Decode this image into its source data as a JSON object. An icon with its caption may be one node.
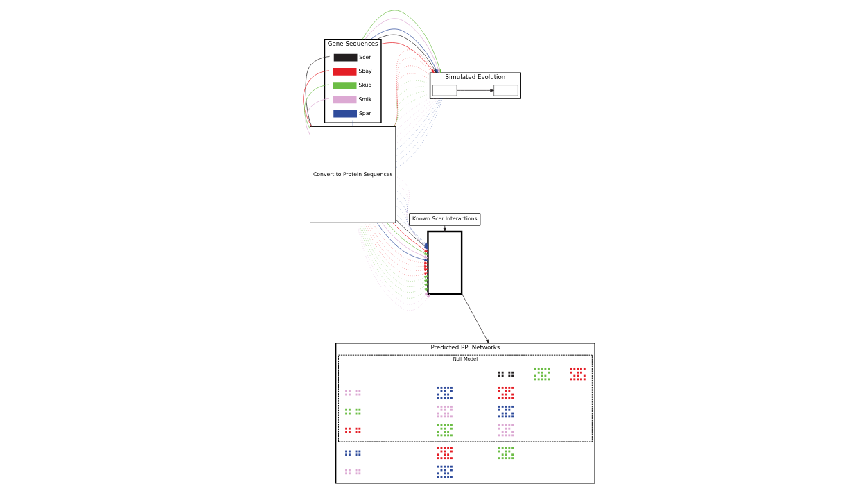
{
  "diagram": {
    "nodes": [
      {
        "text": [
          "Gene Sequences"
        ]
      },
      {
        "text": [
          "Scer"
        ],
        "in": 0
      },
      {
        "text": [
          "Sbay"
        ],
        "in": 0
      },
      {
        "text": [
          "Skud"
        ],
        "in": 0
      },
      {
        "text": [
          "Smik"
        ],
        "in": 0
      },
      {
        "text": [
          "Spar"
        ],
        "in": 0
      },
      {
        "text": [
          "Simulated Evolution"
        ]
      },
      {
        "text": [],
        "shape": "box",
        "in": 6
      },
      {
        "text": [],
        "shape": "box",
        "in": 6
      },
      {
        "text": [
          "Convert to Protein Sequences"
        ]
      },
      {
        "text": [
          "Known Scer Interactions"
        ]
      },
      {
        "text": [],
        "shape": "box"
      },
      {
        "text": [
          "Predicted PPI Networks"
        ]
      },
      {
        "text": [
          "Null Model"
        ],
        "in": 12
      },
      {
        "text": [],
        "shape": "picture",
        "in": 12
      },
      {
        "text": [],
        "shape": "picture",
        "in": 12
      },
      {
        "text": [],
        "shape": "picture",
        "in": 12
      },
      {
        "text": [],
        "shape": "picture",
        "in": 12
      },
      {
        "text": [],
        "shape": "picture",
        "in": 12
      },
      {
        "text": [],
        "shape": "picture",
        "in": 13
      },
      {
        "text": [],
        "shape": "picture",
        "in": 13
      },
      {
        "text": [],
        "shape": "picture",
        "in": 13
      },
      {
        "text": [],
        "shape": "picture",
        "in": 13
      },
      {
        "text": [],
        "shape": "picture",
        "in": 13
      },
      {
        "text": [],
        "shape": "picture",
        "in": 13
      },
      {
        "text": [],
        "shape": "picture",
        "in": 13
      },
      {
        "text": [],
        "shape": "picture",
        "in": 13
      },
      {
        "text": [],
        "shape": "picture",
        "in": 13
      },
      {
        "text": [],
        "shape": "picture",
        "in": 13
      },
      {
        "text": [],
        "shape": "picture",
        "in": 13
      },
      {
        "text": [],
        "shape": "picture",
        "in": 13
      }
    ],
    "edges": [
      {
        "from": 1,
        "to": 9,
        "arrow": "none",
        "color": "#231f20"
      },
      {
        "from": 2,
        "to": 9,
        "arrow": "none",
        "color": "#e41e26"
      },
      {
        "from": 3,
        "to": 9,
        "arrow": "none",
        "color": "#6cbd45"
      },
      {
        "from": 4,
        "to": 9,
        "arrow": "none",
        "color": "#dca9d3"
      },
      {
        "from": 5,
        "to": 9,
        "arrow": "none",
        "color": "#2e4b9b"
      },
      {
        "from": 0,
        "to": 6,
        "arrow": "to",
        "color": "#231f20"
      },
      {
        "from": 0,
        "to": 6,
        "arrow": "to",
        "color": "#e41e26"
      },
      {
        "from": 0,
        "to": 6,
        "arrow": "to",
        "color": "#6cbd45"
      },
      {
        "from": 0,
        "to": 6,
        "arrow": "to",
        "color": "#dca9d3"
      },
      {
        "from": 0,
        "to": 6,
        "arrow": "to",
        "color": "#2e4b9b"
      },
      {
        "from": 7,
        "to": 8,
        "arrow": "to",
        "color": "#231f20"
      },
      {
        "from": 6,
        "to": 9,
        "arrow": "none",
        "style": "dashed",
        "color": "#e41e26"
      },
      {
        "from": 6,
        "to": 9,
        "arrow": "none",
        "style": "dashed",
        "color": "#e41e26"
      },
      {
        "from": 6,
        "to": 9,
        "arrow": "none",
        "style": "dashed",
        "color": "#e41e26"
      },
      {
        "from": 6,
        "to": 9,
        "arrow": "none",
        "style": "dashed",
        "color": "#e41e26"
      },
      {
        "from": 6,
        "to": 9,
        "arrow": "none",
        "style": "dashed",
        "color": "#6cbd45"
      },
      {
        "from": 6,
        "to": 9,
        "arrow": "none",
        "style": "dashed",
        "color": "#6cbd45"
      },
      {
        "from": 6,
        "to": 9,
        "arrow": "none",
        "style": "dashed",
        "color": "#6cbd45"
      },
      {
        "from": 6,
        "to": 9,
        "arrow": "none",
        "style": "dashed",
        "color": "#6cbd45"
      },
      {
        "from": 6,
        "to": 9,
        "arrow": "none",
        "style": "dashed",
        "color": "#dca9d3"
      },
      {
        "from": 6,
        "to": 9,
        "arrow": "none",
        "style": "dashed",
        "color": "#dca9d3"
      },
      {
        "from": 6,
        "to": 9,
        "arrow": "none",
        "style": "dashed",
        "color": "#dca9d3"
      },
      {
        "from": 6,
        "to": 9,
        "arrow": "none",
        "style": "dashed",
        "color": "#dca9d3"
      },
      {
        "from": 6,
        "to": 9,
        "arrow": "none",
        "style": "dashed",
        "color": "#2e4b9b"
      },
      {
        "from": 6,
        "to": 9,
        "arrow": "none",
        "style": "dashed",
        "color": "#2e4b9b"
      },
      {
        "from": 6,
        "to": 9,
        "arrow": "none",
        "style": "dashed",
        "color": "#2e4b9b"
      },
      {
        "from": 6,
        "to": 9,
        "arrow": "none",
        "style": "dashed",
        "color": "#2e4b9b"
      },
      {
        "from": 9,
        "to": 11,
        "arrow": "to",
        "color": "#231f20"
      },
      {
        "from": 9,
        "to": 11,
        "arrow": "to",
        "color": "#e41e26"
      },
      {
        "from": 9,
        "to": 11,
        "arrow": "to",
        "color": "#6cbd45"
      },
      {
        "from": 9,
        "to": 11,
        "arrow": "to",
        "color": "#dca9d3"
      },
      {
        "from": 9,
        "to": 11,
        "arrow": "to",
        "color": "#2e4b9b"
      },
      {
        "from": 9,
        "to": 11,
        "arrow": "to",
        "style": "dashed",
        "color": "#e41e26"
      },
      {
        "from": 9,
        "to": 11,
        "arrow": "to",
        "style": "dashed",
        "color": "#e41e26"
      },
      {
        "from": 9,
        "to": 11,
        "arrow": "to",
        "style": "dashed",
        "color": "#e41e26"
      },
      {
        "from": 9,
        "to": 11,
        "arrow": "to",
        "style": "dashed",
        "color": "#e41e26"
      },
      {
        "from": 9,
        "to": 11,
        "arrow": "to",
        "style": "dashed",
        "color": "#6cbd45"
      },
      {
        "from": 9,
        "to": 11,
        "arrow": "to",
        "style": "dashed",
        "color": "#6cbd45"
      },
      {
        "from": 9,
        "to": 11,
        "arrow": "to",
        "style": "dashed",
        "color": "#6cbd45"
      },
      {
        "from": 9,
        "to": 11,
        "arrow": "to",
        "style": "dashed",
        "color": "#6cbd45"
      },
      {
        "from": 9,
        "to": 11,
        "arrow": "to",
        "style": "dashed",
        "color": "#dca9d3"
      },
      {
        "from": 9,
        "to": 11,
        "arrow": "to",
        "style": "dashed",
        "color": "#dca9d3"
      },
      {
        "from": 9,
        "to": 11,
        "arrow": "to",
        "style": "dashed",
        "color": "#dca9d3"
      },
      {
        "from": 9,
        "to": 11,
        "arrow": "to",
        "style": "dashed",
        "color": "#dca9d3"
      },
      {
        "from": 9,
        "to": 11,
        "arrow": "to",
        "style": "dashed",
        "color": "#2e4b9b"
      },
      {
        "from": 9,
        "to": 11,
        "arrow": "to",
        "style": "dashed",
        "color": "#2e4b9b"
      },
      {
        "from": 9,
        "to": 11,
        "arrow": "to",
        "style": "dashed",
        "color": "#2e4b9b"
      },
      {
        "from": 9,
        "to": 11,
        "arrow": "to",
        "style": "dashed",
        "color": "#2e4b9b"
      },
      {
        "from": 10,
        "to": 11,
        "arrow": "to",
        "color": "#231f20"
      },
      {
        "from": 11,
        "to": 12,
        "arrow": "to",
        "color": "#231f20"
      }
    ]
  }
}
